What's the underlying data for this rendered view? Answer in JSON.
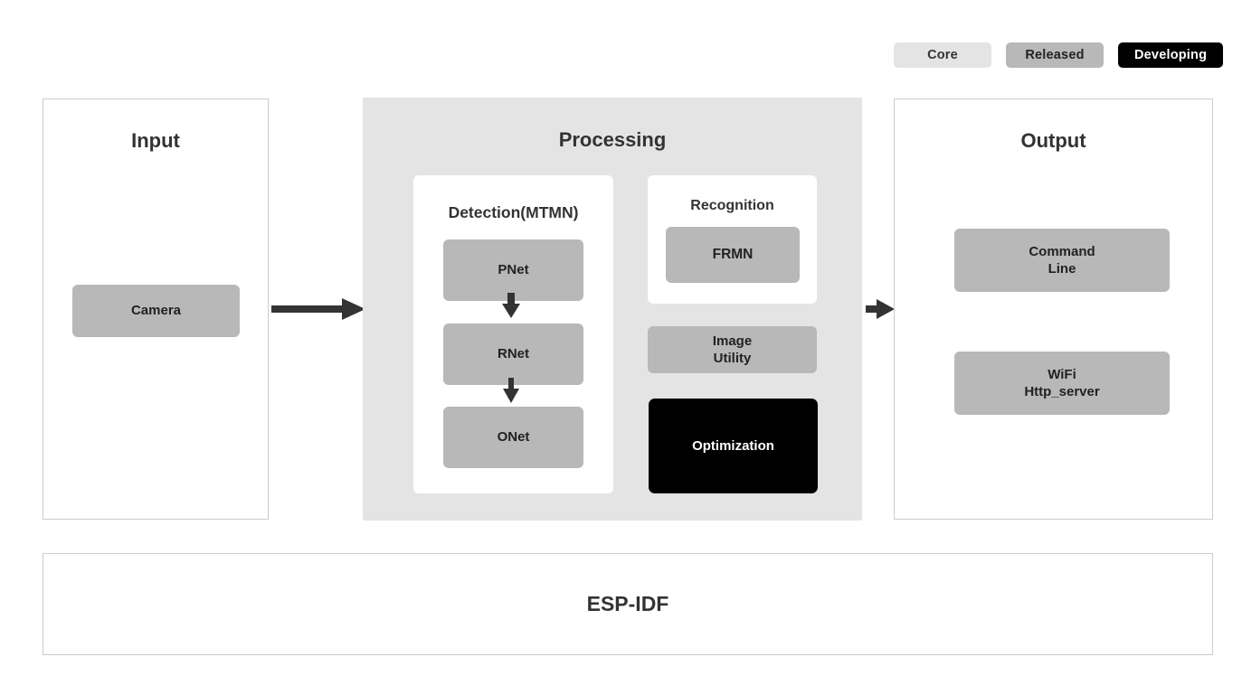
{
  "legend": {
    "items": [
      {
        "label": "Core",
        "color": "#e4e4e4",
        "text_color": "#333333"
      },
      {
        "label": "Released",
        "color": "#b8b8b8",
        "text_color": "#222222"
      },
      {
        "label": "Developing",
        "color": "#000000",
        "text_color": "#ffffff"
      }
    ]
  },
  "input": {
    "title": "Input",
    "blocks": [
      {
        "label": "Camera",
        "status": "Released"
      }
    ]
  },
  "processing": {
    "title": "Processing",
    "detection": {
      "title": "Detection(MTMN)",
      "blocks": [
        {
          "label": "PNet",
          "status": "Released"
        },
        {
          "label": "RNet",
          "status": "Released"
        },
        {
          "label": "ONet",
          "status": "Released"
        }
      ]
    },
    "recognition": {
      "title": "Recognition",
      "blocks": [
        {
          "label": "FRMN",
          "status": "Released"
        }
      ]
    },
    "image_utility": {
      "label": "Image\nUtility",
      "status": "Released"
    },
    "optimization": {
      "label": "Optimization",
      "status": "Developing"
    }
  },
  "output": {
    "title": "Output",
    "blocks": [
      {
        "label": "Command\nLine",
        "status": "Released"
      },
      {
        "label": "WiFi\nHttp_server",
        "status": "Released"
      }
    ]
  },
  "footer": {
    "label": "ESP-IDF"
  },
  "arrows": {
    "input_to_processing": "arrow-right-icon",
    "processing_to_output": "arrow-right-icon",
    "pnet_to_rnet": "arrow-down-icon",
    "rnet_to_onet": "arrow-down-icon"
  },
  "colors": {
    "core": "#e4e4e4",
    "released": "#b8b8b8",
    "developing": "#000000",
    "panel_border": "#cccccc",
    "text": "#333333",
    "arrow": "#333333"
  }
}
